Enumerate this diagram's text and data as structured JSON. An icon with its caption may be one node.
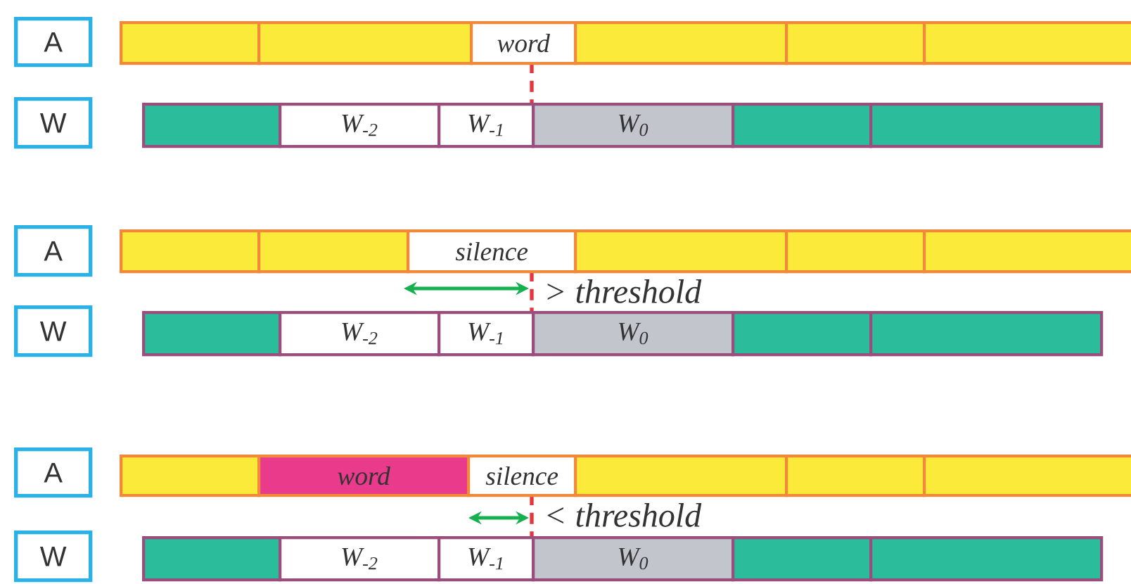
{
  "diagram": {
    "nodes": [
      {
        "text": [
          "A"
        ]
      },
      {
        "text": [],
        "shape": "bar"
      },
      {
        "text": [],
        "shape": "bar"
      },
      {
        "text": [
          "word"
        ]
      },
      {
        "text": [],
        "shape": "bar"
      },
      {
        "text": [],
        "shape": "bar"
      },
      {
        "text": [],
        "shape": "bar"
      },
      {
        "text": [
          "W"
        ]
      },
      {
        "text": [],
        "shape": "bar"
      },
      {
        "text": [
          "W$_{-2}$"
        ]
      },
      {
        "text": [
          "W$_{-1}$"
        ]
      },
      {
        "text": [
          "W$_{0}$"
        ]
      },
      {
        "text": [],
        "shape": "bar"
      },
      {
        "text": [],
        "shape": "bar"
      },
      {
        "text": [
          "A"
        ]
      },
      {
        "text": [],
        "shape": "bar"
      },
      {
        "text": [],
        "shape": "bar"
      },
      {
        "text": [
          "silence"
        ]
      },
      {
        "text": [],
        "shape": "bar"
      },
      {
        "text": [],
        "shape": "bar"
      },
      {
        "text": [],
        "shape": "bar"
      },
      {
        "text": [
          "W"
        ]
      },
      {
        "text": [],
        "shape": "bar"
      },
      {
        "text": [
          "W$_{-2}$"
        ]
      },
      {
        "text": [
          "W$_{-1}$"
        ]
      },
      {
        "text": [
          "W$_{0}$"
        ]
      },
      {
        "text": [],
        "shape": "bar"
      },
      {
        "text": [],
        "shape": "bar"
      },
      {
        "text": [
          "A"
        ]
      },
      {
        "text": [],
        "shape": "bar"
      },
      {
        "text": [
          "word"
        ]
      },
      {
        "text": [
          "silence"
        ]
      },
      {
        "text": [],
        "shape": "bar"
      },
      {
        "text": [],
        "shape": "bar"
      },
      {
        "text": [],
        "shape": "bar"
      },
      {
        "text": [
          "W"
        ]
      },
      {
        "text": [],
        "shape": "bar"
      },
      {
        "text": [
          "W$_{-2}$"
        ]
      },
      {
        "text": [
          "W$_{-1}$"
        ]
      },
      {
        "text": [
          "W$_{0}$"
        ]
      },
      {
        "text": [],
        "shape": "bar"
      },
      {
        "text": [],
        "shape": "bar"
      }
    ],
    "labels": [
      "> threshold",
      "< threshold"
    ]
  }
}
